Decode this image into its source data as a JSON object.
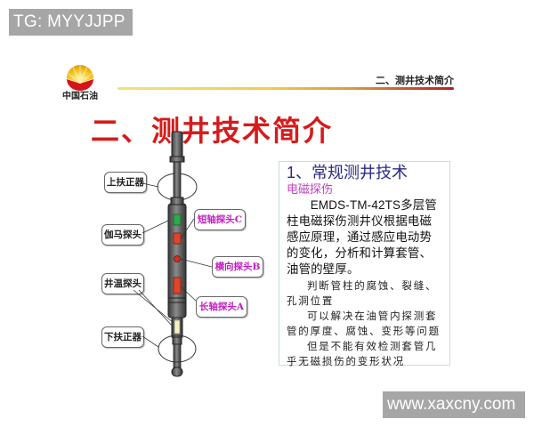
{
  "watermarks": {
    "top": "TG: MYYJJPP",
    "bottom": "www.xaxcny.com"
  },
  "header": {
    "logo_text": "中国石油",
    "section_title": "二、测井技术简介",
    "line_colors": [
      "#f2e27a",
      "#eccf4c",
      "#d89a3a",
      "#b0202a"
    ]
  },
  "slide": {
    "title": "二、测井技术简介",
    "title_color": "#d41c1c"
  },
  "diagram": {
    "callouts": [
      {
        "id": "upper-centralizer",
        "label": "上扶正器"
      },
      {
        "id": "gamma-probe",
        "label": "伽马探头"
      },
      {
        "id": "well-temp-probe",
        "label": "井温探头"
      },
      {
        "id": "lower-centralizer",
        "label": "下扶正器"
      },
      {
        "id": "short-axis-probe-c",
        "label": "短轴探头C"
      },
      {
        "id": "transverse-probe-b",
        "label": "横向探头B"
      },
      {
        "id": "long-axis-probe-a",
        "label": "长轴探头A"
      }
    ],
    "colors": {
      "tool_body": "#555555",
      "gamma_window": "#2eaa4a",
      "probe": "#e0452a",
      "temp_window": "#f4f0c0",
      "pink_label": "#c01ec0"
    }
  },
  "textbox": {
    "heading_num": "1",
    "heading_text": "、常规测井技术",
    "subheading": "电磁探伤",
    "body_latin": "EMDS-TM-42TS",
    "body_rest": "多层管柱电磁探伤测井仪根据电磁感应原理，通过感应电动势的变化，分析和计算套管、油管的壁厚。",
    "notes": [
      "判断管柱的腐蚀、裂缝、孔洞位置",
      "可以解决在油管内探测套管的厚度、腐蚀、变形等问题",
      "但是不能有效检测套管几乎无磁损伤的变形状况"
    ]
  }
}
